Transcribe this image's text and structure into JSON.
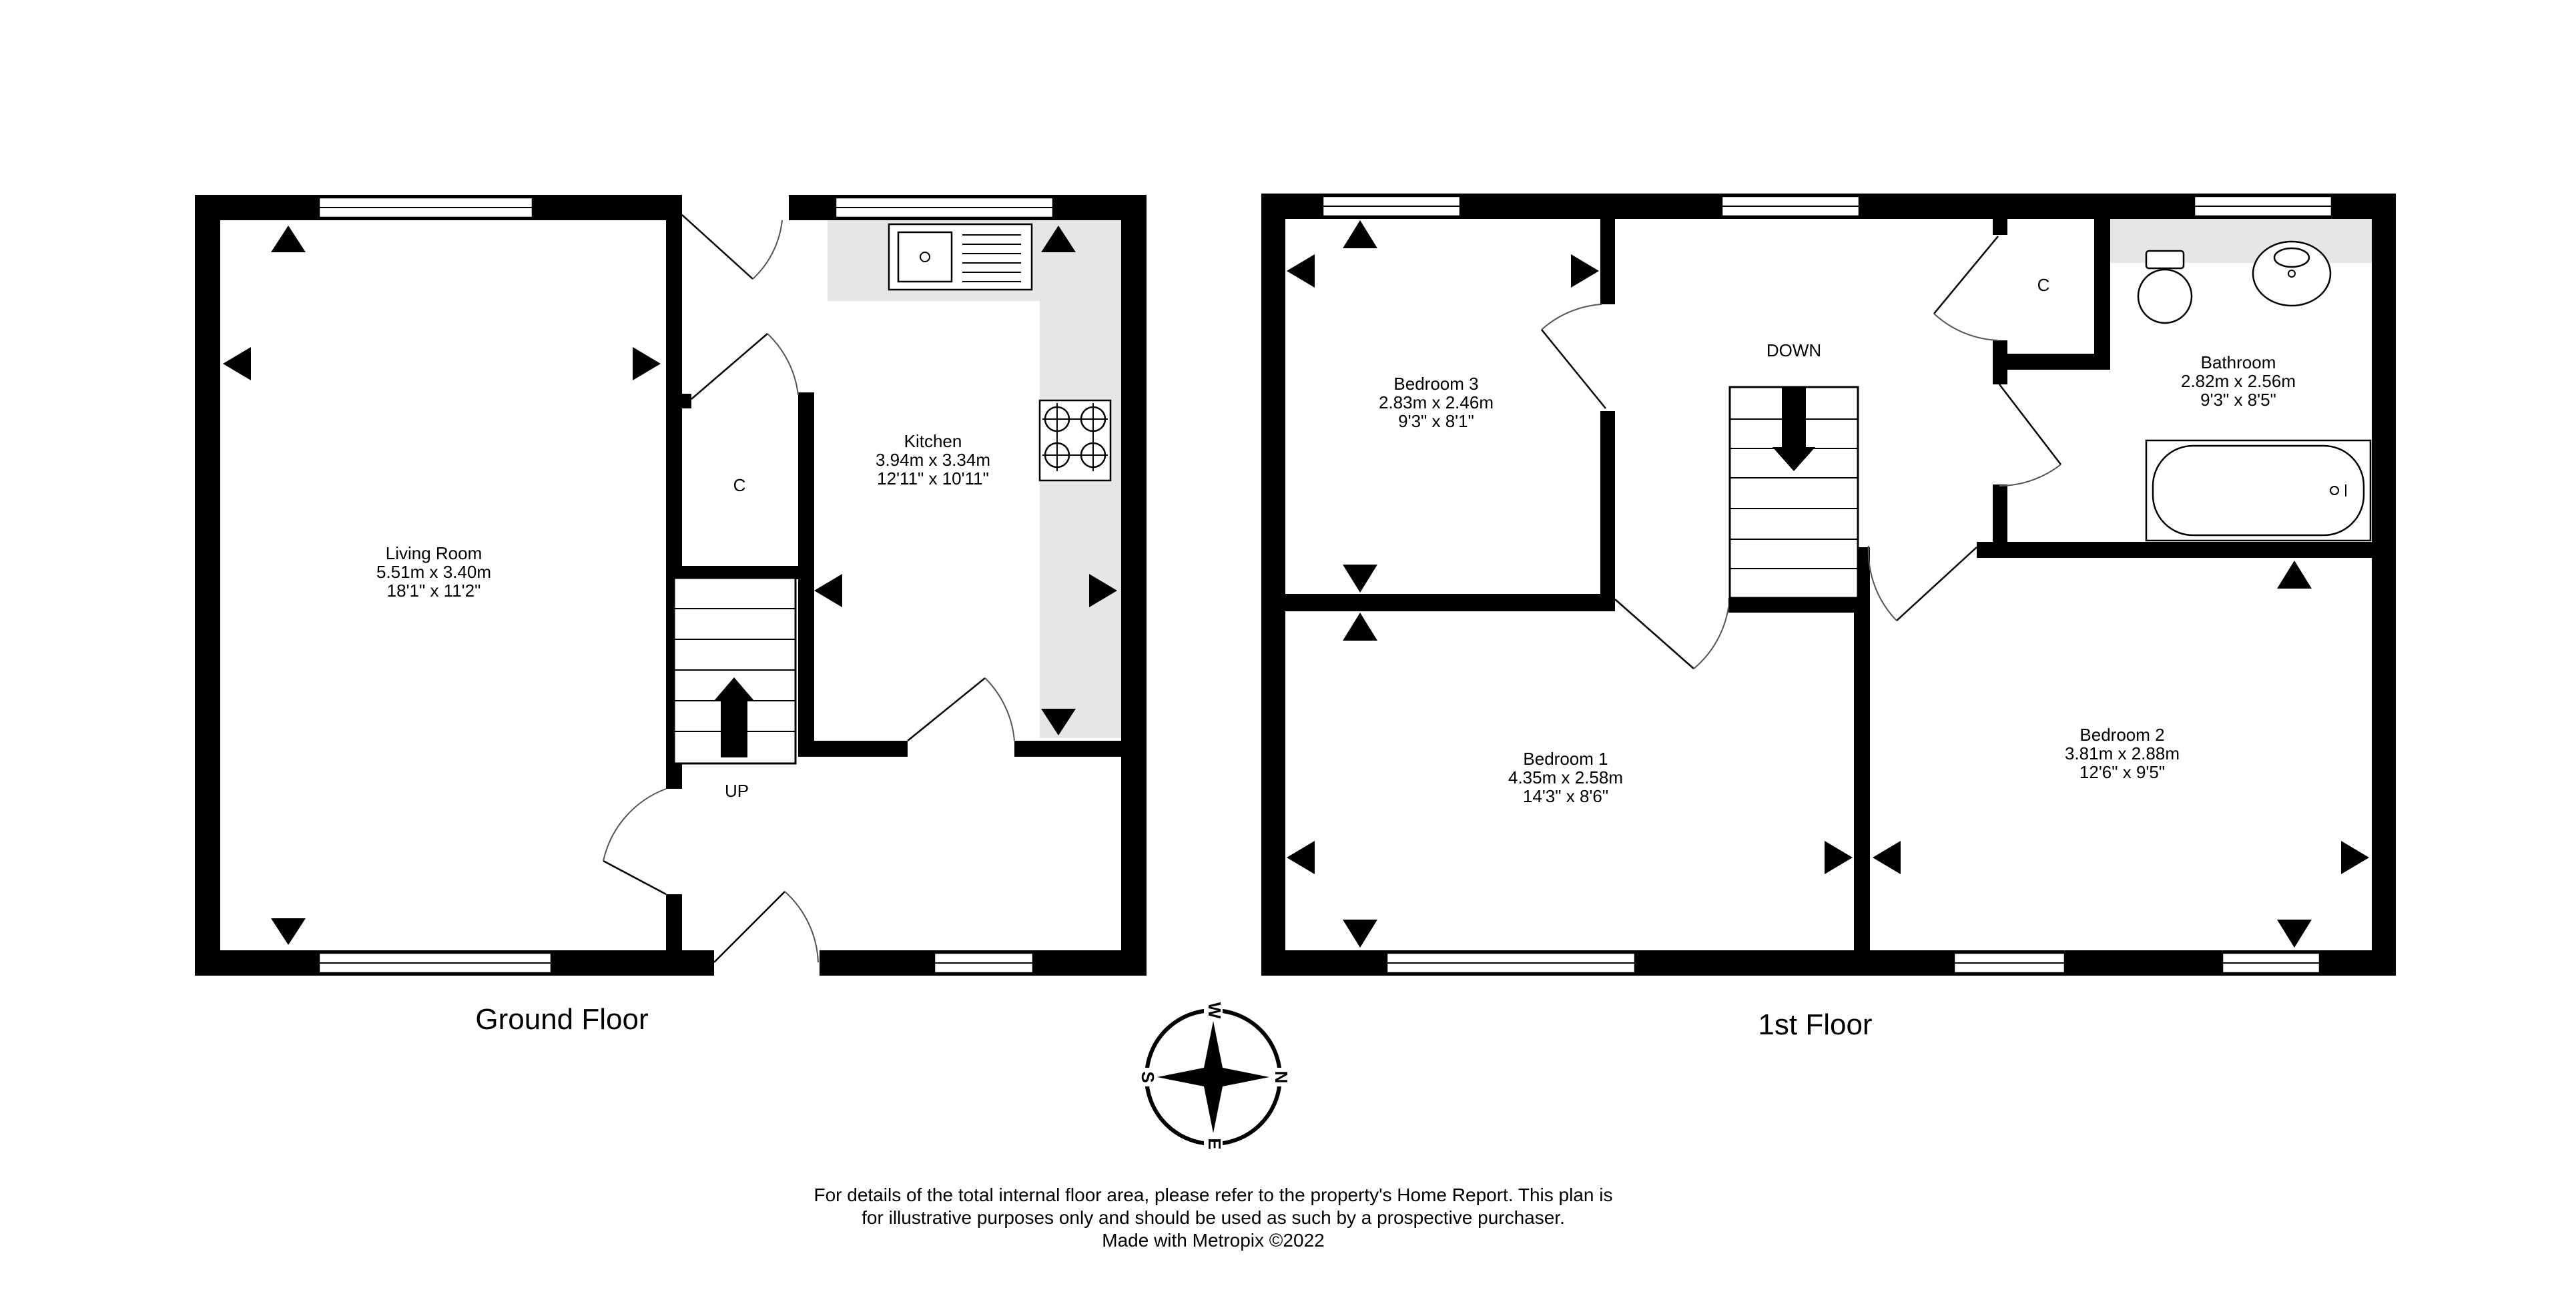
{
  "ground_floor": {
    "label": "Ground Floor",
    "living_room": {
      "name": "Living Room",
      "metric": "5.51m  x 3.40m",
      "imperial": "18'1\"  x 11'2\""
    },
    "kitchen": {
      "name": "Kitchen",
      "metric": "3.94m  x 3.34m",
      "imperial": "12'11\"  x 10'11\""
    },
    "cupboard": "C",
    "stairs_label": "UP"
  },
  "first_floor": {
    "label": "1st Floor",
    "bedroom_3": {
      "name": "Bedroom 3",
      "metric": "2.83m  x 2.46m",
      "imperial": "9'3\"  x 8'1\""
    },
    "bathroom": {
      "name": "Bathroom",
      "metric": "2.82m  x 2.56m",
      "imperial": "9'3\"  x 8'5\""
    },
    "bedroom_1": {
      "name": "Bedroom 1",
      "metric": "4.35m  x 2.58m",
      "imperial": "14'3\"  x 8'6\""
    },
    "bedroom_2": {
      "name": "Bedroom 2",
      "metric": "3.81m  x 2.88m",
      "imperial": "12'6\"  x 9'5\""
    },
    "cupboard": "C",
    "stairs_label": "DOWN"
  },
  "compass": {
    "w": "W",
    "n": "N",
    "e": "E",
    "s": "S"
  },
  "footer": {
    "line1": "For details of the total internal floor area, please refer to the property's Home Report. This plan is",
    "line2": "for illustrative purposes only and should be used as such by a prospective purchaser.",
    "line3": "Made with Metropix ©2022"
  }
}
